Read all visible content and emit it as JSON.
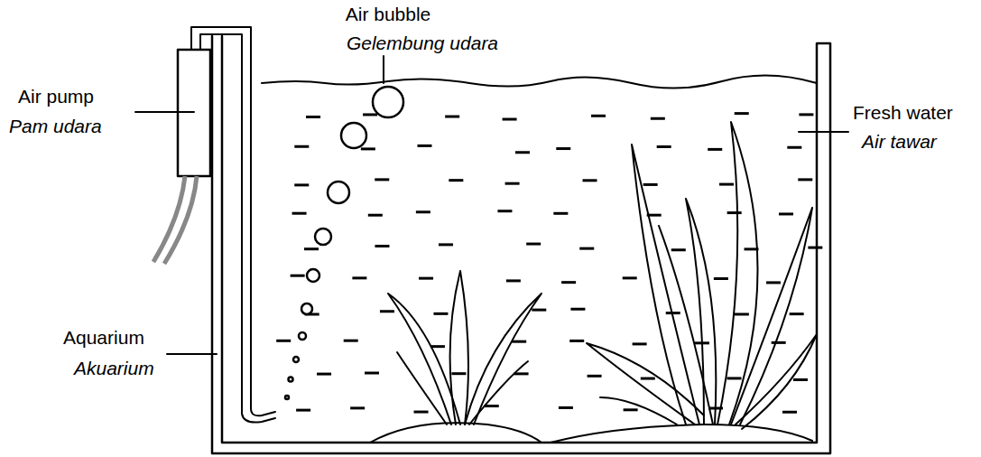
{
  "diagram": {
    "labels": [
      "Air bubble",
      "Gelembung udara",
      "Air pump",
      "Pam udara",
      "Fresh water",
      "Air tawar",
      "Aquarium",
      "Akuarium"
    ]
  }
}
